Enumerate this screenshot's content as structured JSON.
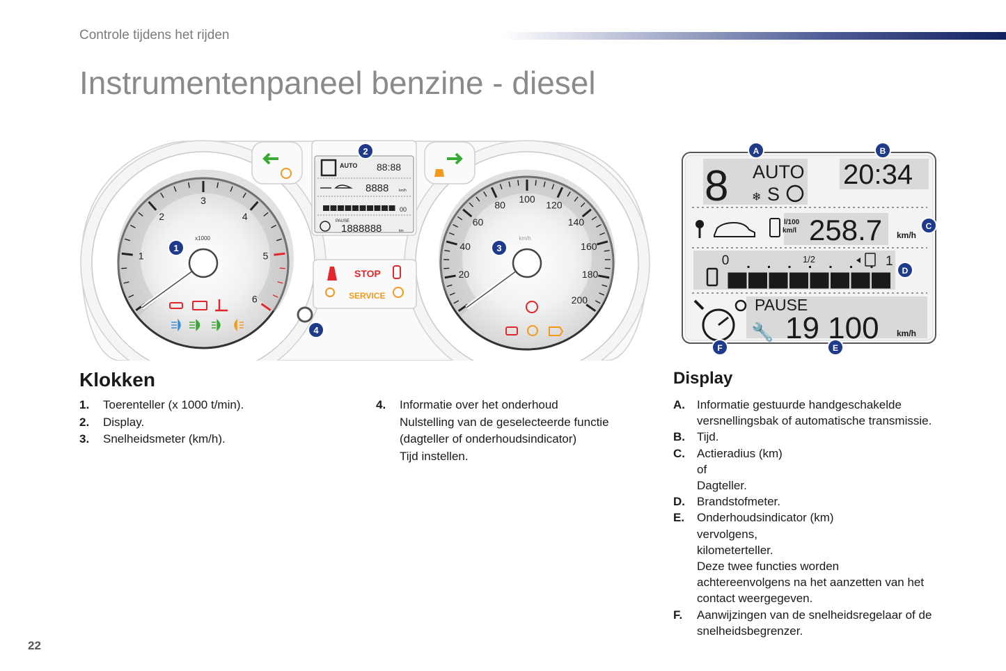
{
  "header": {
    "section": "Controle tijdens het rijden",
    "title": "Instrumentenpaneel benzine - diesel"
  },
  "cluster": {
    "rpm_unit": "x1000",
    "rpm_ticks": [
      "1",
      "2",
      "3",
      "4",
      "5",
      "6"
    ],
    "speed_unit": "km/h",
    "speed_ticks": [
      "20",
      "40",
      "60",
      "80",
      "100",
      "120",
      "140",
      "160",
      "180",
      "200"
    ],
    "center_display": {
      "auto": "AUTO",
      "time": "88:88",
      "range": "8888",
      "range_unit": "km/h",
      "fuel_end": "00",
      "pause": "PAUSE",
      "odometer": "1888888",
      "odo_unit": "km"
    },
    "warning_stop": "STOP",
    "warning_service": "SERVICE",
    "callouts": [
      "1",
      "2",
      "3",
      "4"
    ]
  },
  "display_diagram": {
    "gear": "8",
    "auto": "AUTO",
    "s_mode": "S",
    "time": "20:34",
    "consumption_unit_1": "l/100",
    "consumption_unit_2": "km/l",
    "consumption_value": "258.7",
    "speed_unit": "km/h",
    "fuel_empty": "0",
    "fuel_half": "1/2",
    "fuel_full": "1",
    "pause": "PAUSE",
    "odometer": "19 100",
    "odo_unit": "km/h",
    "fuel_bar_level": 1.0,
    "callouts": [
      "A",
      "B",
      "C",
      "D",
      "E",
      "F"
    ]
  },
  "klokken": {
    "heading": "Klokken",
    "items": [
      {
        "num": "1.",
        "text": "Toerenteller (x 1000 t/min)."
      },
      {
        "num": "2.",
        "text": "Display."
      },
      {
        "num": "3.",
        "text": "Snelheidsmeter (km/h)."
      }
    ],
    "items_right": [
      {
        "num": "4.",
        "text": "Informatie over het onderhoud\nNulstelling van de geselecteerde functie\n(dagteller of onderhoudsindicator)\nTijd instellen."
      }
    ]
  },
  "display": {
    "heading": "Display",
    "items": [
      {
        "num": "A.",
        "text": "Informatie gestuurde handgeschakelde\nversnellingsbak of automatische transmissie."
      },
      {
        "num": "B.",
        "text": "Tijd."
      },
      {
        "num": "C.",
        "text": "Actieradius (km)\nof\nDagteller."
      },
      {
        "num": "D.",
        "text": "Brandstofmeter."
      },
      {
        "num": "E.",
        "text": "Onderhoudsindicator (km)\nvervolgens,\nkilometerteller.\nDeze twee functies worden\nachtereenvolgens na het aanzetten van het\ncontact weergegeven."
      },
      {
        "num": "F.",
        "text": "Aanwijzingen van de snelheidsregelaar of de\nsnelheidsbegrenzer."
      }
    ]
  },
  "page_number": "22",
  "colors": {
    "callout_fill": "#1f3a8a",
    "warning_red": "#e3262b",
    "warning_orange": "#f39a1e",
    "indicator_green": "#3aa935",
    "indicator_blue": "#3b8fd6"
  }
}
